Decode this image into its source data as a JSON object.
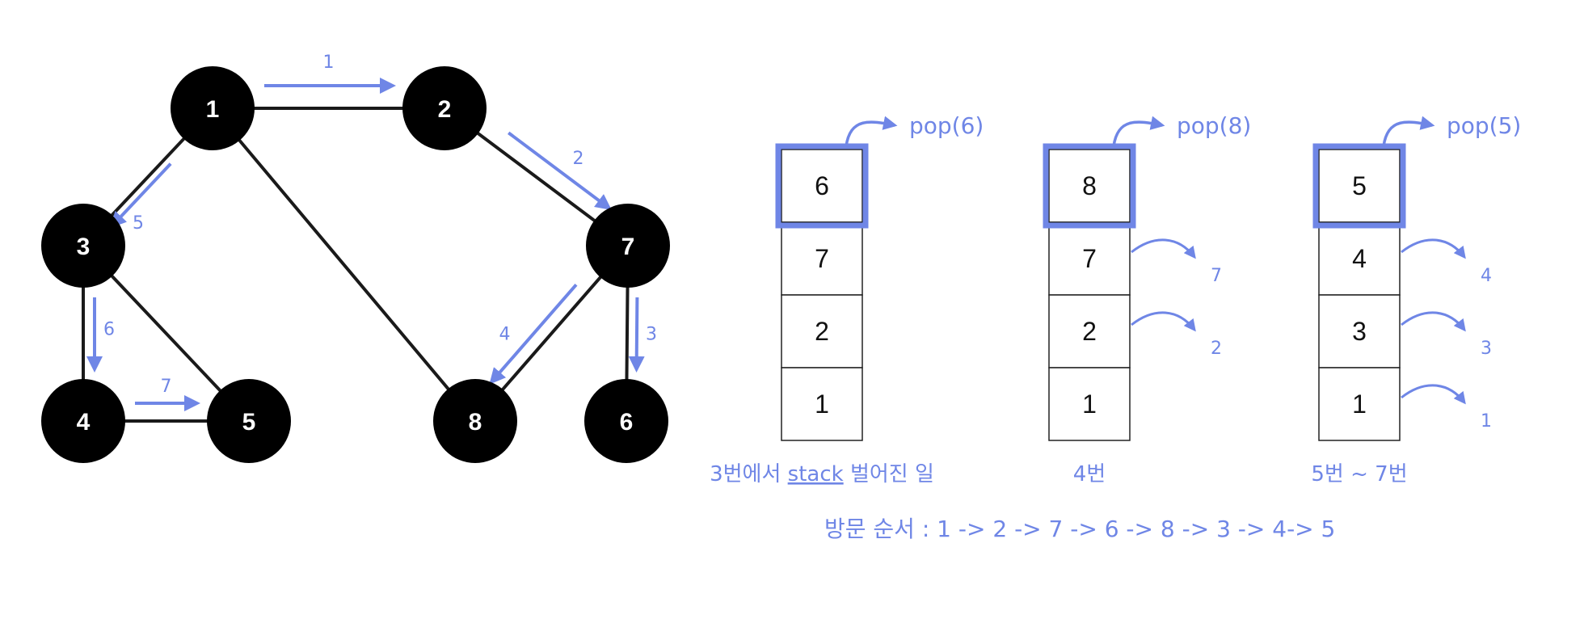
{
  "graph": {
    "nodes": [
      {
        "id": "1",
        "label": "1"
      },
      {
        "id": "2",
        "label": "2"
      },
      {
        "id": "3",
        "label": "3"
      },
      {
        "id": "4",
        "label": "4"
      },
      {
        "id": "5",
        "label": "5"
      },
      {
        "id": "6",
        "label": "6"
      },
      {
        "id": "7",
        "label": "7"
      },
      {
        "id": "8",
        "label": "8"
      }
    ],
    "edges": [
      [
        "1",
        "2"
      ],
      [
        "1",
        "3"
      ],
      [
        "1",
        "8"
      ],
      [
        "2",
        "7"
      ],
      [
        "3",
        "4"
      ],
      [
        "3",
        "5"
      ],
      [
        "4",
        "5"
      ],
      [
        "7",
        "8"
      ],
      [
        "7",
        "6"
      ]
    ],
    "traversal_steps": [
      {
        "from": "1",
        "to": "2",
        "label": "1"
      },
      {
        "from": "2",
        "to": "7",
        "label": "2"
      },
      {
        "from": "7",
        "to": "6",
        "label": "3"
      },
      {
        "from": "7",
        "to": "8",
        "label": "4"
      },
      {
        "from": "1",
        "to": "3",
        "label": "5"
      },
      {
        "from": "3",
        "to": "4",
        "label": "6"
      },
      {
        "from": "4",
        "to": "5",
        "label": "7"
      }
    ]
  },
  "stacks": [
    {
      "cells": [
        "6",
        "7",
        "2",
        "1"
      ],
      "pop_label": "pop(6)",
      "popped_items": [],
      "caption_prefix": "3번에서 ",
      "caption_keyword": "stack",
      "caption_suffix": " 벌어진 일"
    },
    {
      "cells": [
        "8",
        "7",
        "2",
        "1"
      ],
      "pop_label": "pop(8)",
      "popped_items": [
        "7",
        "2"
      ],
      "caption_prefix": "4번",
      "caption_keyword": "",
      "caption_suffix": ""
    },
    {
      "cells": [
        "5",
        "4",
        "3",
        "1"
      ],
      "pop_label": "pop(5)",
      "popped_items": [
        "4",
        "3",
        "1"
      ],
      "caption_prefix": "5번 ~ 7번",
      "caption_keyword": "",
      "caption_suffix": ""
    }
  ],
  "visit_order": "방문 순서 : 1 -> 2 -> 7 -> 6 -> 8 -> 3 -> 4-> 5",
  "colors": {
    "node_fill": "#000000",
    "edge": "#1a1a1a",
    "annotation": "#6f86e6",
    "spellcheck_underline": "#e03030"
  }
}
